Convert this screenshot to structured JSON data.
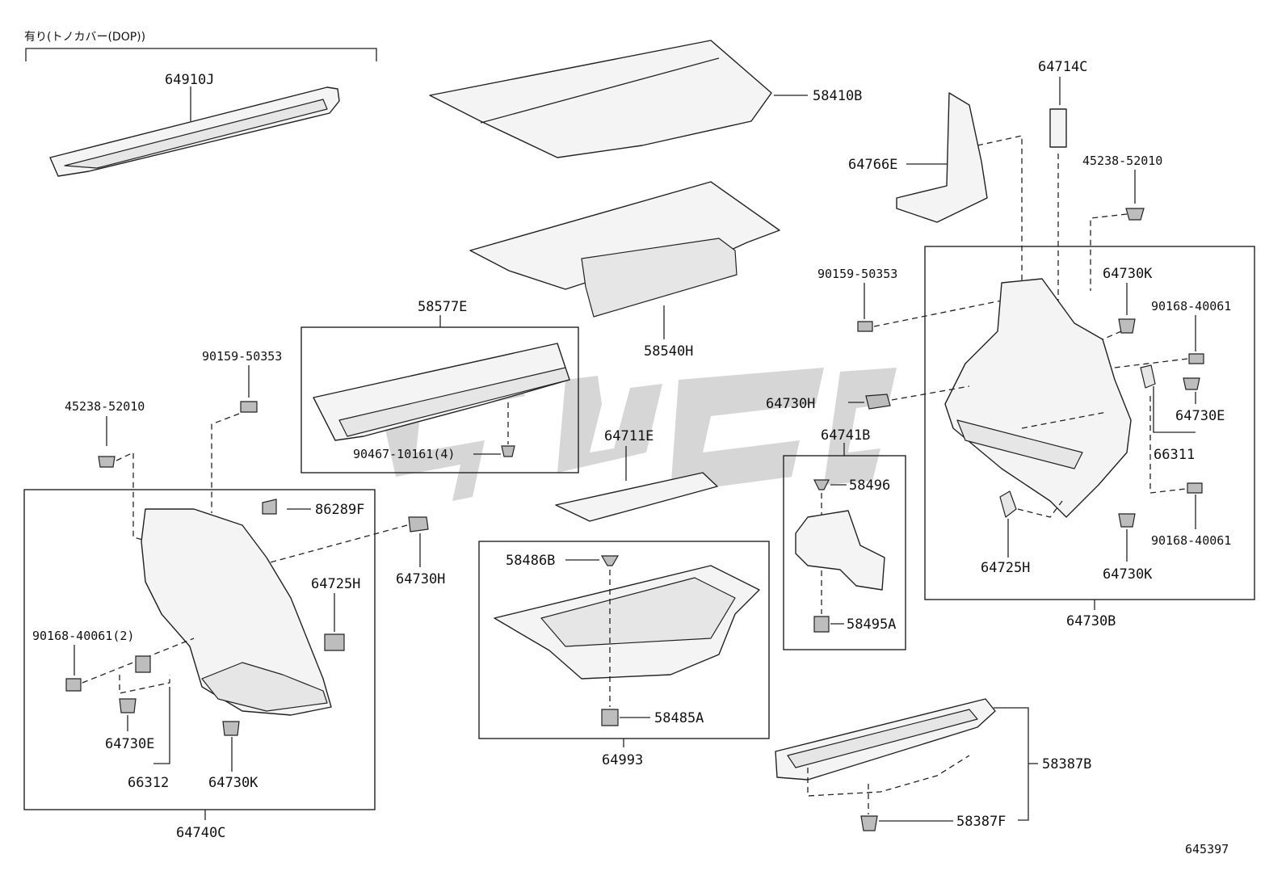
{
  "diagram_code": "645397",
  "option_note": "有り(トノカバー(DOP))",
  "parts": {
    "p64910J": "64910J",
    "p58410B": "58410B",
    "p58540H": "58540H",
    "p58577E": "58577E",
    "p90467": "90467-10161(4)",
    "p64711E": "64711E",
    "p64714C": "64714C",
    "p64766E": "64766E",
    "p45238_r": "45238-52010",
    "p90159_r": "90159-50353",
    "p64730K_r1": "64730K",
    "p90168_r1": "90168-40061",
    "p64730H_r": "64730H",
    "p64730E_r": "64730E",
    "p66311": "66311",
    "p90168_r2": "90168-40061",
    "p64725H_r": "64725H",
    "p64730K_r2": "64730K",
    "p64730B": "64730B",
    "p64741B": "64741B",
    "p58496": "58496",
    "p58495A": "58495A",
    "p58486B": "58486B",
    "p58485A": "58485A",
    "p64993": "64993",
    "p58387B": "58387B",
    "p58387F": "58387F",
    "p90159_l": "90159-50353",
    "p45238_l": "45238-52010",
    "p86289F": "86289F",
    "p64730H_l": "64730H",
    "p64725H_l": "64725H",
    "p90168_l": "90168-40061(2)",
    "p64730E_l": "64730E",
    "p66312": "66312",
    "p64730K_l": "64730K",
    "p64740C": "64740C"
  }
}
